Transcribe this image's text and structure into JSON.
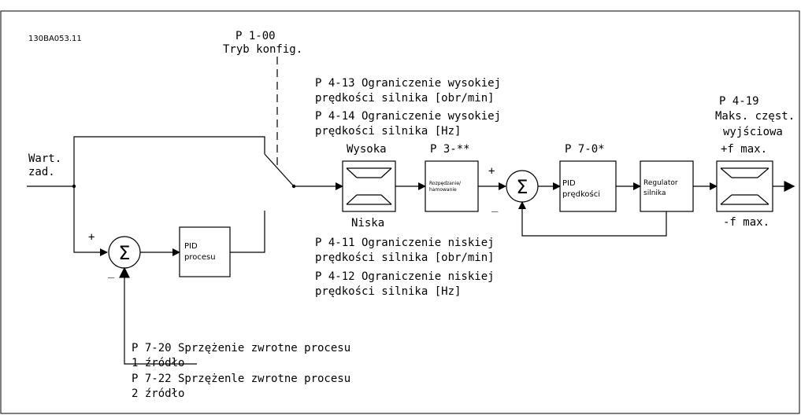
{
  "code": "130BA053.11",
  "p100": {
    "line1": "P 1-00",
    "line2": "Tryb konfig."
  },
  "p413": {
    "line1": "P 4-13 Ograniczenie wysokiej",
    "line2": "prędkości silnika [obr/min]"
  },
  "p414": {
    "line1": "P 4-14 Ograniczenie wysokiej",
    "line2": "prędkości silnika [Hz]"
  },
  "p419": {
    "line1": "P 4-19",
    "line2": "Maks. częst.",
    "line3": "wyjściowa"
  },
  "input": {
    "line1": "Wart.",
    "line2": "zad."
  },
  "limiter_high": "Wysoka",
  "limiter_low": "Niska",
  "ramp": {
    "param": "P 3-**",
    "line1": "Rozpędzanie/",
    "line2": "hamowanie"
  },
  "speed_pid": {
    "param": "P 7-0*",
    "line1": "PID",
    "line2": "prędkości"
  },
  "motor": {
    "line1": "Regulator",
    "line2": "silnika"
  },
  "freq": {
    "max": "+f max.",
    "min": "-f max."
  },
  "process_pid": {
    "line1": "PID",
    "line2": "procesu"
  },
  "sum_symbol": "Σ",
  "plus": "+",
  "minus": "_",
  "p411": {
    "line1": "P 4-11 Ograniczenie niskiej",
    "line2": "prędkości silnika [obr/min]"
  },
  "p412": {
    "line1": "P 4-12 Ograniczenie niskiej",
    "line2": "prędkości silnika [Hz]"
  },
  "p720": {
    "line1": "P 7-20 Sprzężenie zwrotne procesu",
    "line2": "1 źródło"
  },
  "p722": {
    "line1": "P 7-22 Sprzężenle zwrotne procesu",
    "line2": "2 źródło"
  }
}
